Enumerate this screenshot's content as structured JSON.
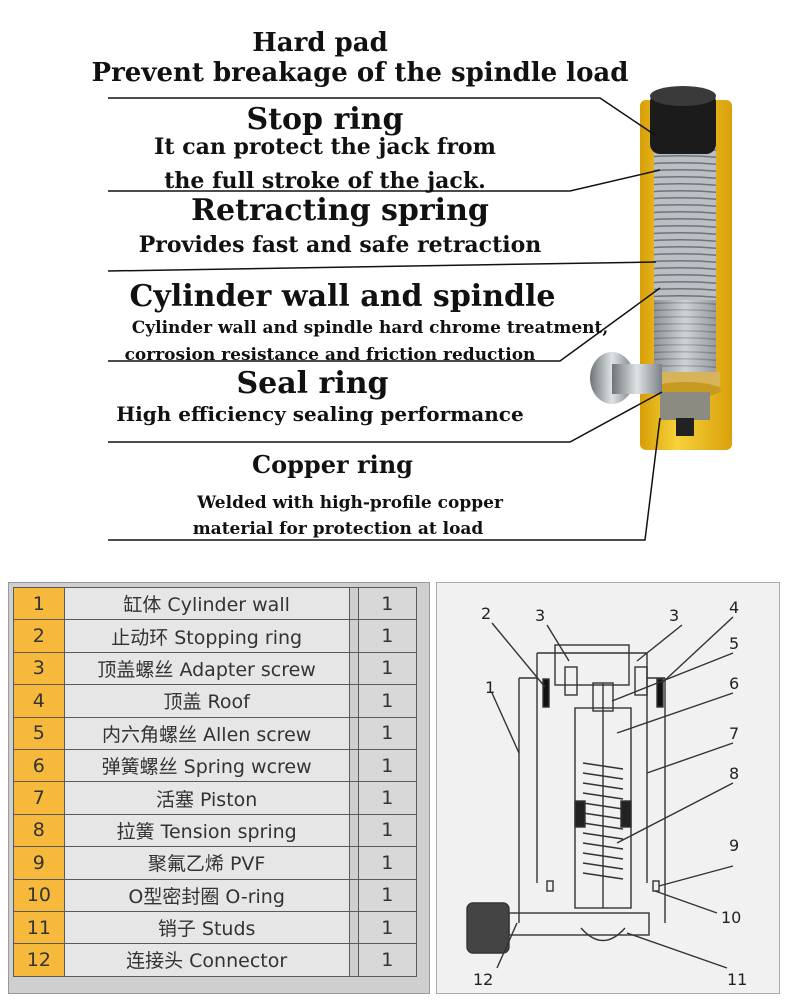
{
  "callouts": [
    {
      "title": "Hard pad",
      "lines": [
        "Prevent breakage of the spindle load"
      ]
    },
    {
      "title": "Stop ring",
      "lines": [
        "It can protect the jack from",
        "the full stroke of the jack."
      ]
    },
    {
      "title": "Retracting spring",
      "lines": [
        "Provides fast and safe retraction"
      ]
    },
    {
      "title": "Cylinder wall and spindle",
      "lines": [
        "Cylinder wall and spindle hard chrome treatment,",
        "corrosion resistance and friction reduction"
      ]
    },
    {
      "title": "Seal ring",
      "lines": [
        "High efficiency sealing performance"
      ]
    },
    {
      "title": "Copper ring",
      "lines": [
        "Welded with high-profile copper",
        "material for protection at load"
      ]
    }
  ],
  "parts_table": [
    {
      "num": "1",
      "name": "缸体 Cylinder wall",
      "qty": "1"
    },
    {
      "num": "2",
      "name": "止动环 Stopping ring",
      "qty": "1"
    },
    {
      "num": "3",
      "name": "顶盖螺丝 Adapter screw",
      "qty": "1"
    },
    {
      "num": "4",
      "name": "顶盖 Roof",
      "qty": "1"
    },
    {
      "num": "5",
      "name": "内六角螺丝 Allen screw",
      "qty": "1"
    },
    {
      "num": "6",
      "name": "弹簧螺丝 Spring wcrew",
      "qty": "1"
    },
    {
      "num": "7",
      "name": "活塞 Piston",
      "qty": "1"
    },
    {
      "num": "8",
      "name": "拉簧 Tension spring",
      "qty": "1"
    },
    {
      "num": "9",
      "name": "聚氟乙烯 PVF",
      "qty": "1"
    },
    {
      "num": "10",
      "name": "O型密封圈 O-ring",
      "qty": "1"
    },
    {
      "num": "11",
      "name": "销子 Studs",
      "qty": "1"
    },
    {
      "num": "12",
      "name": "连接头 Connector",
      "qty": "1"
    }
  ],
  "diagram_labels": [
    "1",
    "2",
    "3",
    "3",
    "4",
    "5",
    "6",
    "7",
    "8",
    "9",
    "10",
    "11",
    "12"
  ],
  "colors": {
    "cylinder_yellow": "#f2c01c",
    "table_number_orange": "#f6b93b"
  }
}
